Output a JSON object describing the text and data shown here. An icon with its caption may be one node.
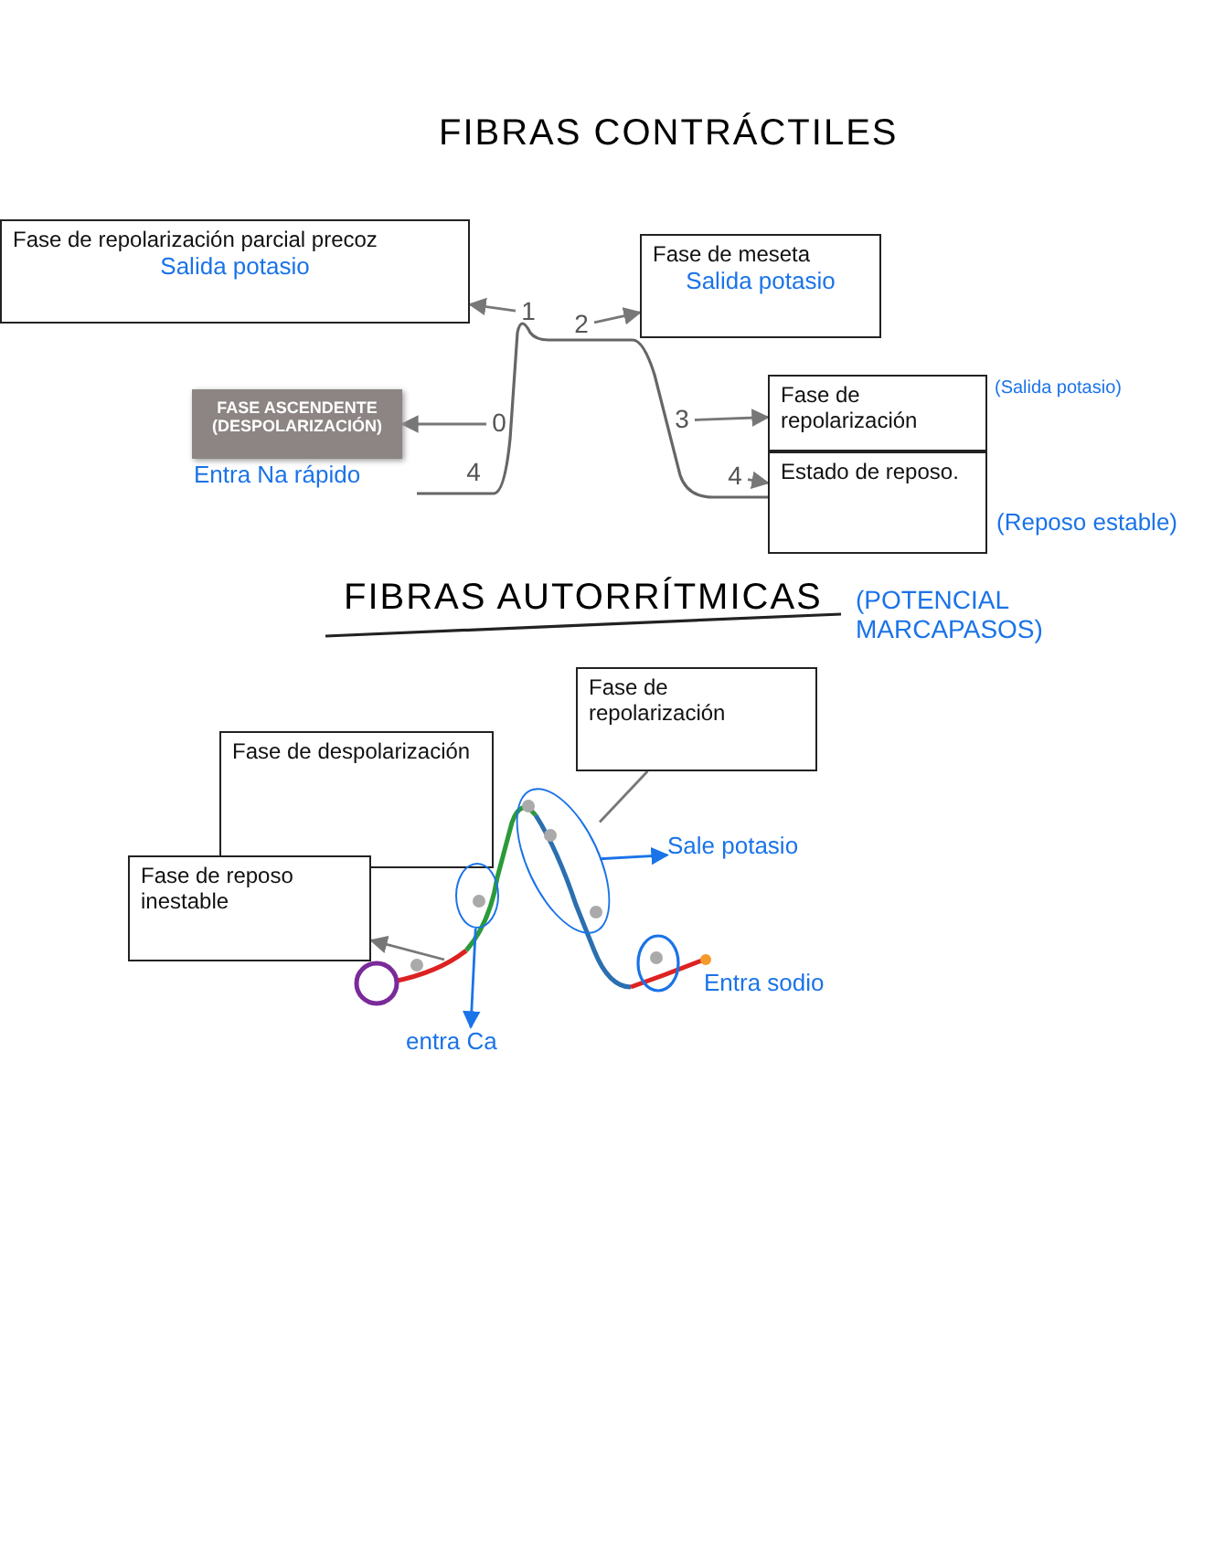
{
  "diagram": {
    "title": "FIBRAS CONTRÁCTILES",
    "nodes": [
      {
        "text": [
          "Fase de repolarización parcial precoz",
          "Salida potasio"
        ]
      },
      {
        "text": [
          "1"
        ]
      },
      {
        "text": [
          "Fase de meseta",
          "Salida potasio"
        ]
      },
      {
        "text": [
          "2"
        ]
      },
      {
        "text": [
          "FASE ASCENDENTE (DESPOLARIZACIÓN)"
        ],
        "beside": [
          "Entra Na rápido"
        ]
      },
      {
        "text": [
          "0"
        ]
      },
      {
        "text": [
          "Fase de repolarización"
        ],
        "beside": [
          "(Salida potasio)"
        ]
      },
      {
        "text": [
          "3"
        ]
      },
      {
        "text": [
          "Estado de reposo."
        ],
        "beside": [
          "(Reposo estable)"
        ]
      },
      {
        "text": [
          "4"
        ]
      },
      {
        "text": [
          "Fase de repolarización"
        ]
      },
      {
        "text": [
          "Fase de despolarización"
        ]
      },
      {
        "text": [
          "Fase de reposo inestable"
        ]
      },
      {
        "text": [
          "Sale potasio"
        ]
      },
      {
        "text": [],
        "shape": "circle"
      },
      {
        "text": [],
        "shape": "circle"
      },
      {
        "text": [
          "entra Ca"
        ]
      }
    ],
    "edges": [
      {
        "from": 1,
        "to": 0,
        "arrow": "to"
      },
      {
        "from": 3,
        "to": 2,
        "arrow": "to"
      },
      {
        "from": 5,
        "to": 4,
        "arrow": "to"
      },
      {
        "from": 7,
        "to": 6,
        "arrow": "to"
      },
      {
        "from": 9,
        "to": 8,
        "arrow": "to"
      },
      {
        "from": 10,
        "to": 14,
        "arrow": "none"
      },
      {
        "from": null,
        "to": 12,
        "arrow": "to"
      },
      {
        "from": 14,
        "to": 13,
        "arrow": "to",
        "color": "#1a73e8"
      },
      {
        "from": 15,
        "to": 16,
        "arrow": "to",
        "color": "#1a73e8"
      }
    ],
    "labels": [
      "4",
      "FIBRAS AUTORRÍTMICAS",
      "(POTENCIAL MARCAPASOS)",
      "Entra sodio"
    ]
  }
}
